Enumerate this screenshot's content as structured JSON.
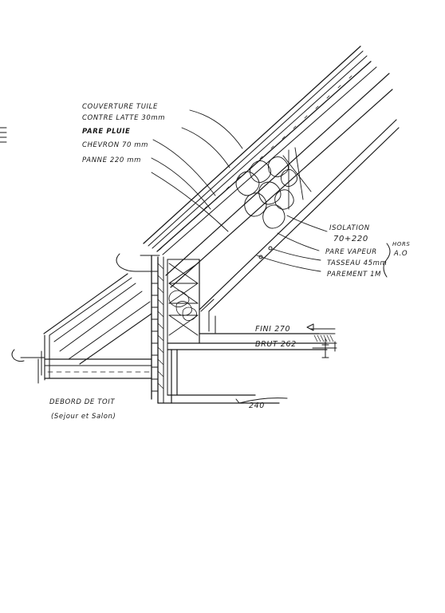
{
  "labels": {
    "couverture": "COUVERTURE TUILE",
    "contre_latte": "CONTRE LATTE 30mm",
    "pare_pluie": "PARE PLUIE",
    "chevron": "CHEVRON 70 mm",
    "panne": "PANNE 220 mm",
    "isolation": "ISOLATION",
    "isolation_value": "70+220",
    "pare_vapeur": "PARE VAPEUR",
    "tasseau": "TASSEAU 45mm",
    "parement": "PAREMENT 1M",
    "hors": "HORS",
    "ao": "A.O",
    "fini": "FINI 270",
    "brut": "BRUT 262",
    "dim_240": "240",
    "debord": "DEBORD DE TOIT",
    "sejour": "(Sejour et Salon)"
  },
  "colors": {
    "ink": "#1a1a1a",
    "paper": "#ffffff"
  }
}
